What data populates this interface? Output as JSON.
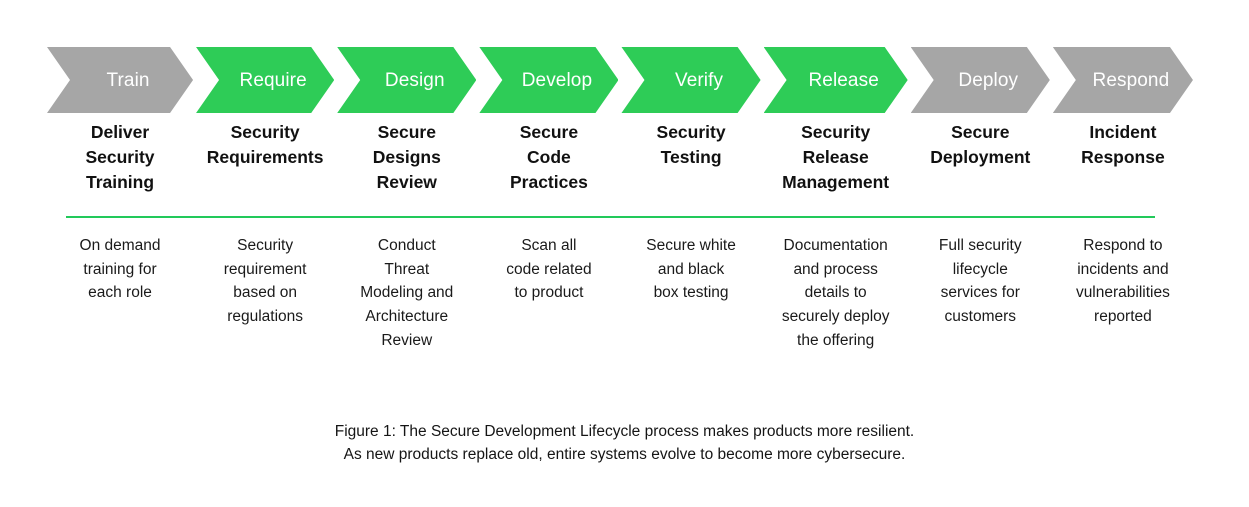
{
  "figure": {
    "title": "Secure Development Lifecycle process",
    "colors": {
      "green": "#2ECC57",
      "gray": "#A6A6A6",
      "divider_green": "#22C95A",
      "chevron_label": "#FFFFFF",
      "heading_text": "#111111",
      "body_text": "#1A1A1A",
      "background": "#FFFFFF"
    },
    "divider": {
      "name": "green-divider-line",
      "color": "#22C95A"
    },
    "caption": {
      "line1": "Figure 1: The Secure Development Lifecycle process makes products more resilient.",
      "line2": "As new products replace old, entire systems evolve to become more cybersecure."
    },
    "stages": [
      {
        "key": "train",
        "chevron_label": "Train",
        "chevron_color": "#A6A6A6",
        "state": "inactive",
        "heading": "Deliver\nSecurity\nTraining",
        "description": "On demand\ntraining for\neach role",
        "width": 148
      },
      {
        "key": "require",
        "chevron_label": "Require",
        "chevron_color": "#2ECC57",
        "state": "active",
        "heading": "Security\nRequirements",
        "description": "Security\nrequirement\nbased on\nregulations",
        "width": 140
      },
      {
        "key": "design",
        "chevron_label": "Design",
        "chevron_color": "#2ECC57",
        "state": "active",
        "heading": "Secure\nDesigns\nReview",
        "description": "Conduct\nThreat\nModeling and\nArchitecture\nReview",
        "width": 141
      },
      {
        "key": "develop",
        "chevron_label": "Develop",
        "chevron_color": "#2ECC57",
        "state": "active",
        "heading": "Secure\nCode\nPractices",
        "description": "Scan all\ncode related\nto product",
        "width": 141
      },
      {
        "key": "verify",
        "chevron_label": "Verify",
        "chevron_color": "#2ECC57",
        "state": "active",
        "heading": "Security\nTesting",
        "description": "Secure white\nand black\nbox testing",
        "width": 141
      },
      {
        "key": "release",
        "chevron_label": "Release",
        "chevron_color": "#2ECC57",
        "state": "active",
        "heading": "Security\nRelease\nManagement",
        "description": "Documentation\nand process\ndetails to\nsecurely deploy\nthe offering",
        "width": 146
      },
      {
        "key": "deploy",
        "chevron_label": "Deploy",
        "chevron_color": "#A6A6A6",
        "state": "inactive",
        "heading": "Secure\nDeployment",
        "description": "Full security\nlifecycle\nservices for\ncustomers",
        "width": 141
      },
      {
        "key": "respond",
        "chevron_label": "Respond",
        "chevron_color": "#A6A6A6",
        "state": "inactive",
        "heading": "Incident\nResponse",
        "description": "Respond to\nincidents and\nvulnerabilities\nreported",
        "width": 142
      }
    ]
  }
}
